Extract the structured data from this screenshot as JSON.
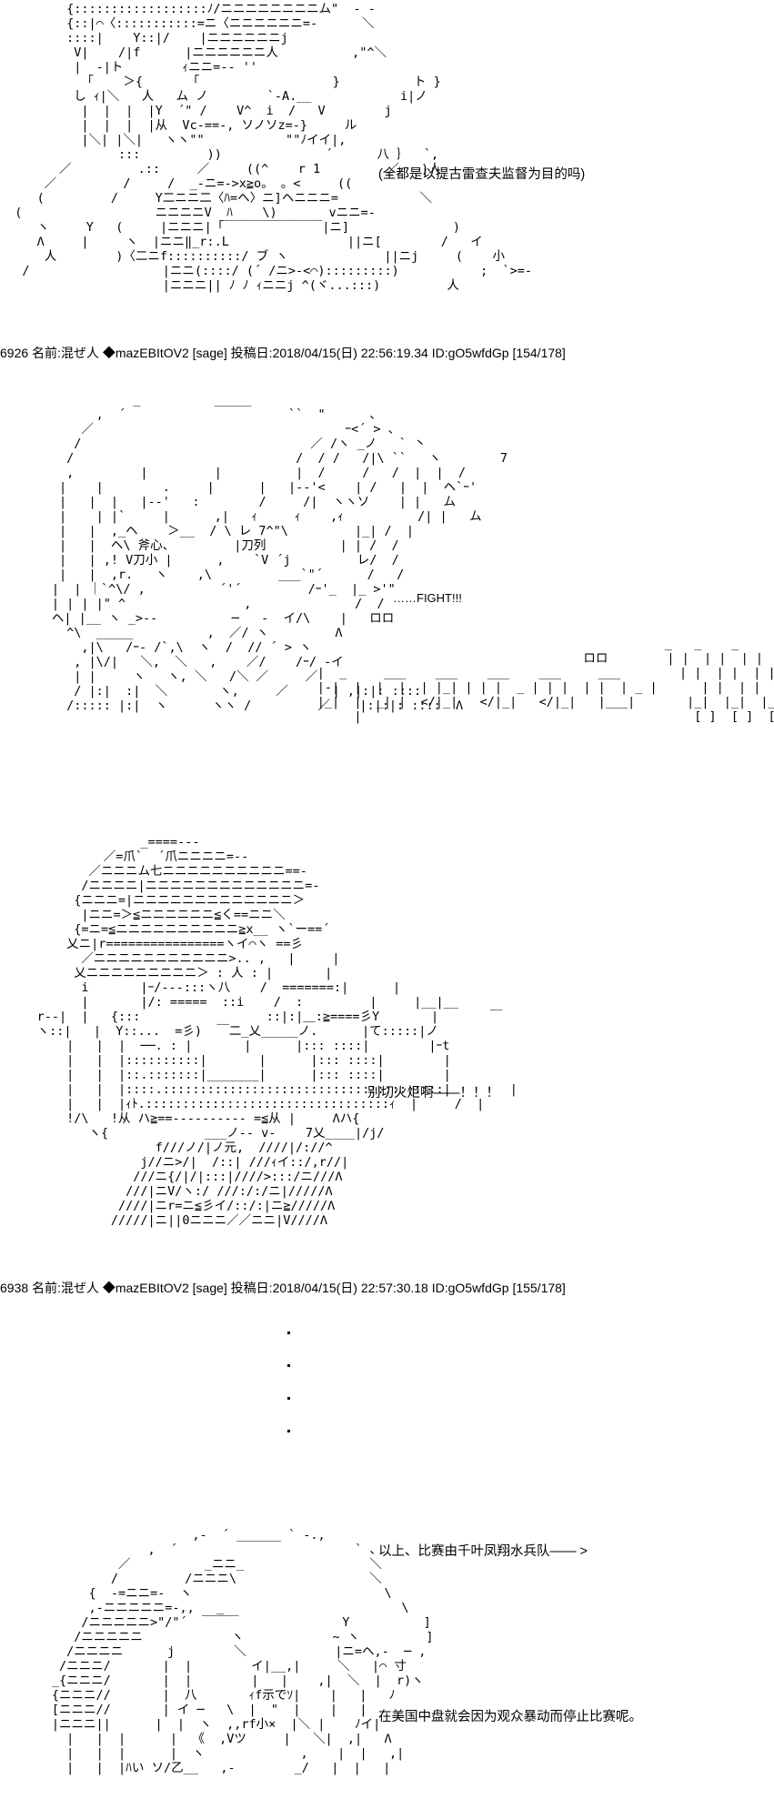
{
  "panel1": {
    "art": [
      "         {::::::::::::::::::ﾉ/ニニニニニニニニム\"  - -",
      "         {::|⌒〈:::::::::::=ニ〈ニニニニニニ=-      ＼",
      "         ::::|    Y::|/    |ニニニニニニj",
      "          V|    /|f      |ニニニニニニ人          ,\"^＼",
      "          |  -|ト        ｨニニ=-- ''",
      "           「    ＞{      「                  }          ト }",
      "          し ｨ|＼   人   ム ノ        `-A.__            i|ノ",
      "           |  |  |  |Y  ´\" /    V^  i  /   V        j",
      "           |  |  |  |从  Vc-==-, ソノソz=-}     ル",
      "           |＼| |＼|   ヽヽ\"\"           \"\"ﾉイイ|,",
      "                :::         ))              ´      八 ｝  `,",
      "        ／         .::     ／     ((^    r 1         ／   )人",
      "      ／         /     /  _-ニ=->x≧o。 。<     ((",
      "     (         /     Y二ニニ二〈ﾊ=ヘ〉ニ]ヘニニニ=           ＼",
      "  (                  ニニニニV  ﾊ    \\)       vニニ=-",
      "     ヽ     Y   (     |ニニニ|「￣￣￣￣￣￣￣￣|ニ]              )",
      "     Λ     |     ヽ  |ニニ‖_r:.L                ||ニ[        /   イ",
      "      人        )〈二ニf::::::::::/ ブ ヽ             ||ニj     (    小",
      "   /                  |ニニ(::::/ (´ /ニ>-<⌒):::::::::)           ;  `>=-",
      "                      |ニニニ|| ﾉ ﾉ ｨニニj ^(ヾ...:::)         人"
    ],
    "dialogue": "(全都是以提古雷查夫监督为目的吗)"
  },
  "post1": {
    "number": "6926",
    "name_label": "名前:",
    "name": "混ぜ人",
    "trip": "◆mazEBItOV2",
    "sage": "[sage]",
    "date_label": "投稿日:",
    "date": "2018/04/15(日)",
    "time": "22:56:19.34",
    "id": "ID:gO5wfdGp",
    "count": "[154/178]"
  },
  "panel2": {
    "art": [
      "                  _          _____",
      "             ,  ´                      ``  \"      、",
      "           ／                                  ｰ<´ > 、",
      "          /                               ／ /ヽ _ノ   ` 丶",
      "         /                              /  / /   /|\\ ``   ヽ        7",
      "         ,         |         |          |  /     /   /  |  |  /",
      "        |    |        .     |      |   |--'<    | /   |  |  ヘ`ｰ'",
      "        |   |  |   |--'   :        /     /|  ヽヽソ    | |   ム",
      "        |    | |`     |      ,|   ｨ     ｨ    ,ｨ          /| |   ム",
      "        |   |  ,_ヘ    ＞__  / \\ レ 7^\"\\         |_| /  |",
      "        |   |  ヘ\\ 斧心、        |刀列          | | /  /",
      "        |   | ,! V刀小 |      ,    `V ´j         レ/  /",
      "        |   |  ,r.   ヽ    ,\\         ___`\"´      /   /",
      "       |  | ｜`^\\/ ,          ´'´         /ｰ'_  |_ >'\"",
      "       | | | |\" ^                ,              /  /",
      "       ヘ| |__ ヽ _>--          ─   -  イ/\\    |   ロロ",
      "         ^\\  _____          ,  ／/ ヽ         Λ",
      "           ,|\\   /ｰ- /`,\\  ヽ  /  // ´ > ヽ",
      "          , |\\/|   ＼,  ＼   ,    ／/    /ｰ/ -イ",
      "          | |     ヽ   ヽ, ＼   /＼ ／     ／",
      "          / |:|  :|  ＼       ヽ,     ／      | ,|:|: ::::",
      "         /::::: |:|  ヽ      ヽヽ /         ／    |:|:|: ::::  Λ"
    ],
    "dialogue": "……FIGHT!!!",
    "sfx": [
      "                                                     _   _    _",
      "                                          ロロ        | |  | |  | |",
      "      |  _     ___    ___    ___    ___     ___        | |  | |  | |",
      "      |-|  |  |  |  | |_| | | |  _ | | |  | |  | _ |      | |  | |  | |",
      "      |_|  |  _| |  </|_|   </|_|   </|_|   |___|       |_|  |_|  |_|",
      "           |                                             [ ]  [ ]  [ ]"
    ]
  },
  "panel3": {
    "art": [
      "                   _====---",
      "              ／=爪`  ´爪ニニニニ=--",
      "            ／ニニニム七ニニニニニニニニニニ==-",
      "           /ニニニニ|ニニニニニニニニニニニニニ=-",
      "          {ニニニ=|ニニニニニニニニニニニニニ＞",
      "           |ニニ=＞≦ニニニニニニ≦く==ニニ＼",
      "          {=ニ=≦ニニニニニニニニニニ≧x__ ヽ`ー==´",
      "         乂ニ|r================ヽイ⌒ヽ ==彡",
      "           ／ニニニニニニニニニニニ>.. ,   |     |",
      "          乂ニニニニニニニニニ＞ : 人 : |       |",
      "           i       |ｰ/---:::ヽ八    /  =======:|      |",
      "           |       |/: =====  ::i    /  :         |     |__|__",
      "     r--|  |   {:::                 ::|:|＿:≧====彡Y       |       ￣",
      "     ヽ::|   |  Y::...  =彡)  ￣二_乂_____ノ.      |て:::::|ノ",
      "         |   |  |  ──. : |       |      |::: ::::|        |ｰt",
      "         |   |  |::::::::::|       |      |::: ::::|        |",
      "         |   |  |::.:::::::|_______|      |::: ::::|        |",
      "         |   |  |::::.::::::::::::::::::::::::::::::::::::::|        |",
      "         |   |  |ｨﾄ.:::::::::::::::::::::::::::::::::ｨ  |     /  |",
      "         !/\\   !从 ハ≧==---------- =≦从 |     Λハ{",
      "            ヽ{             ___ノ-- v-    7乂____|/j/",
      "                     f///ノ/|ノ元,  ////|/://^",
      "                   j//ニ>/|  /::| ///ｨイ::/,r//|",
      "                  ///ニ{/|/|:::|////>:::/ニ///Λ",
      "                 ///|ニV/ヽ:/ ///:/:/ニ|/////Λ",
      "                ////|ニr=ニ≦彡イ/::/:|ニ≧/////Λ",
      "               /////|ニ||0ニニニ／／ニニ|V////Λ"
    ],
    "dialogue": "别切火炬啊——！！！"
  },
  "post2": {
    "number": "6938",
    "name_label": "名前:",
    "name": "混ぜ人",
    "trip": "◆mazEBItOV2",
    "sage": "[sage]",
    "date_label": "投稿日:",
    "date": "2018/04/15(日)",
    "time": "22:57:30.18",
    "id": "ID:gO5wfdGp",
    "count": "[155/178]"
  },
  "panel4": {
    "art": [
      "                          ,-  ´ ______ ` -.,",
      "                    ,  ´                        ` 、",
      "                ／          _ニニ_                 ＼",
      "               /         /ニニニ\\                  ＼",
      "            {  -=ニニ=-  ヽ                          \\",
      "            ,-ニニニニニ=-,,   _                        \\",
      "           /ニニニニニ>\"/\"´  ￣￣￣              Y          ]",
      "          /ニニニニニ            ヽ            ~ ヽ         ]",
      "         /ニニニニ      j        ＼            |ニ=ヘ,-  ─ ,",
      "        /ニニニ/       |  |        イ|__,|     ＼   |⌒ 寸",
      "       _{ニニニ/       |  |        |   |    ,|  ＼  |  r)ヽ",
      "       {ニニニ//       |  八       ｨf示でｿ|    |   |   ﾉ",
      "       [ニニニ//       | イ ─   \\  |  \"  |    |   |",
      "       |ニニニ||      |  |  ヽ  ,,rf小×  |＼ |    ﾉイ|",
      "         |   |  |      |  《  ,Vツ     |   ＼|  ,|   Λ",
      "         |   |  |      |  ヽ             ,    |  |   ,|",
      "         |   |  |ﾊい ソ/乙__   ,-        _/   |  |   |"
    ],
    "dialogue_1": "以上、比赛由千叶凤翔水兵队—— >",
    "dialogue_2": "在美国中盘就会因为观众暴动而停止比赛呢。"
  }
}
